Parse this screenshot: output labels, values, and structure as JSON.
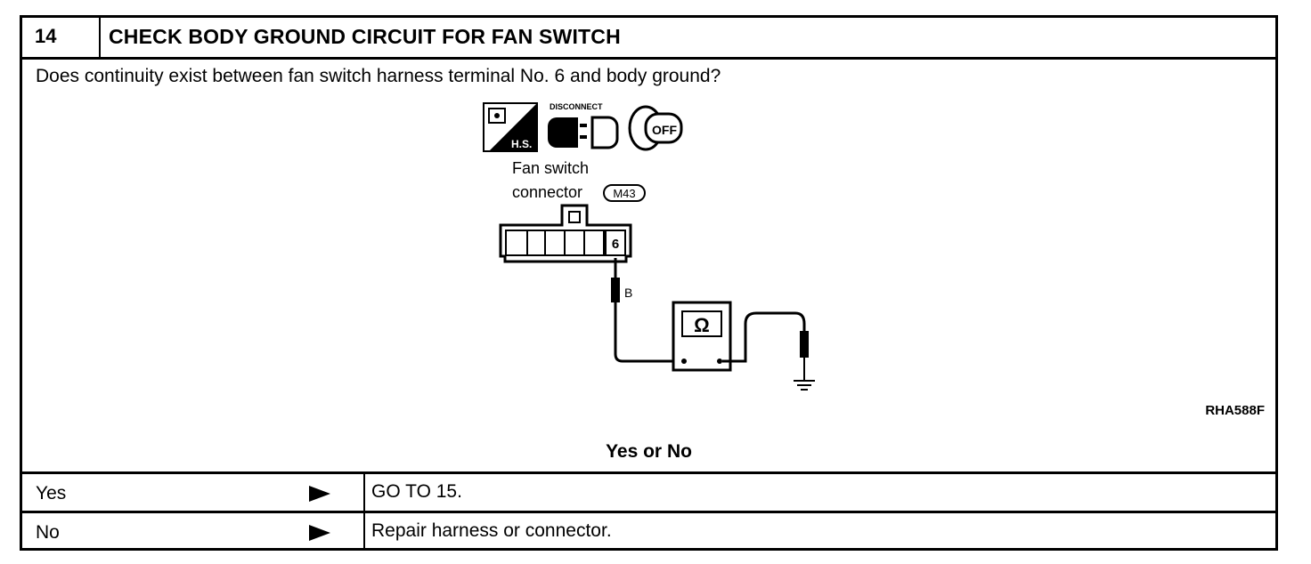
{
  "step": {
    "number": "14",
    "title": "CHECK BODY GROUND CIRCUIT FOR FAN SWITCH",
    "question": "Does continuity exist between fan switch harness terminal No. 6 and body ground?"
  },
  "diagram": {
    "icons": {
      "hs_label": "H.S.",
      "disconnect_label": "DISCONNECT",
      "ignition_label": "OFF"
    },
    "connector_label_line1": "Fan switch",
    "connector_label_line2": "connector",
    "connector_id": "M43",
    "terminal_number": "6",
    "wire_color": "B",
    "meter_symbol": "Ω",
    "figure_code": "RHA588F"
  },
  "prompt": "Yes or No",
  "answers": [
    {
      "label": "Yes",
      "action": "GO TO 15."
    },
    {
      "label": "No",
      "action": "Repair harness or connector."
    }
  ]
}
